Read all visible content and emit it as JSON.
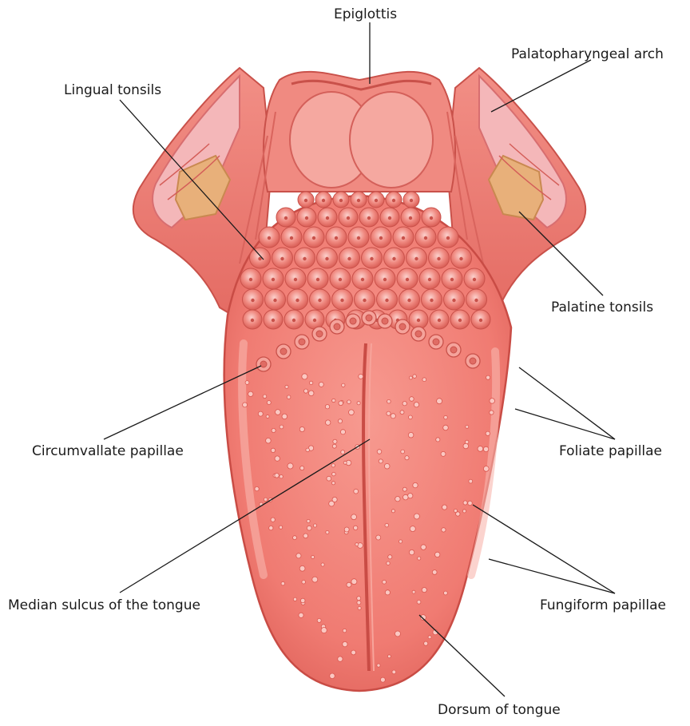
{
  "labels": {
    "epiglottis": "Epiglottis",
    "palatopharyngeal_arch": "Palatopharyngeal arch",
    "lingual_tonsils": "Lingual tonsils",
    "palatine_tonsils": "Palatine tonsils",
    "circumvallate_papillae": "Circumvallate papillae",
    "foliate_papillae": "Foliate papillae",
    "median_sulcus": "Median sulcus of the tongue",
    "fungiform_papillae": "Fungiform papillae",
    "dorsum_of_tongue": "Dorsum of tongue"
  },
  "colors": {
    "tongue": "#f07b72",
    "tongue_light": "#f7a49b",
    "tongue_dark": "#d9574f",
    "tonsil_fill": "#e8b07a",
    "tissue_pink": "#f3b3b5",
    "leader_line": "#1a1a1a"
  }
}
